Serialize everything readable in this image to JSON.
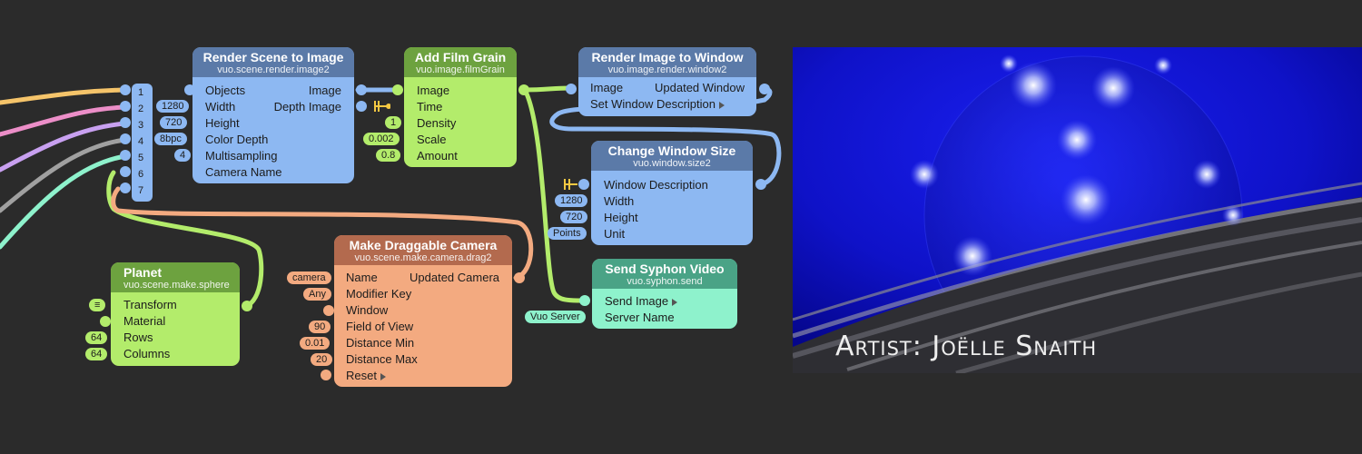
{
  "graph": {
    "hub": {
      "ports": [
        "1",
        "2",
        "3",
        "4",
        "5",
        "6",
        "7"
      ]
    },
    "render_scene": {
      "title": "Render Scene to Image",
      "class": "vuo.scene.render.image2",
      "inputs": [
        "Objects",
        "Width",
        "Height",
        "Color Depth",
        "Multisampling",
        "Camera Name"
      ],
      "outputs": [
        "Image",
        "Depth Image"
      ],
      "constants": [
        "1280",
        "720",
        "8bpc",
        "4"
      ]
    },
    "film_grain": {
      "title": "Add Film Grain",
      "class": "vuo.image.filmGrain",
      "inputs": [
        "Image",
        "Time",
        "Density",
        "Scale",
        "Amount"
      ],
      "constants": [
        "1",
        "0.002",
        "0.8"
      ]
    },
    "render_window": {
      "title": "Render Image to Window",
      "class": "vuo.image.render.window2",
      "inputs": [
        "Image",
        "Set Window Description"
      ],
      "outputs": [
        "Updated Window"
      ]
    },
    "window_size": {
      "title": "Change Window Size",
      "class": "vuo.window.size2",
      "inputs": [
        "Window Description",
        "Width",
        "Height",
        "Unit"
      ],
      "constants": [
        "1280",
        "720",
        "Points"
      ]
    },
    "syphon": {
      "title": "Send Syphon Video",
      "class": "vuo.syphon.send",
      "inputs": [
        "Send Image",
        "Server Name"
      ],
      "constants": [
        "Vuo Server"
      ]
    },
    "planet": {
      "title": "Planet",
      "class": "vuo.scene.make.sphere",
      "inputs": [
        "Transform",
        "Material",
        "Rows",
        "Columns"
      ],
      "constants": [
        "≡",
        "64",
        "64"
      ]
    },
    "camera": {
      "title": "Make Draggable Camera",
      "class": "vuo.scene.make.camera.drag2",
      "inputs": [
        "Name",
        "Modifier Key",
        "Window",
        "Field of View",
        "Distance Min",
        "Distance Max",
        "Reset"
      ],
      "outputs": [
        "Updated Camera"
      ],
      "constants": [
        "camera",
        "Any",
        "90",
        "0.01",
        "20"
      ]
    }
  },
  "preview": {
    "artist_credit": "Artist: Joëlle Snaith"
  },
  "colors": {
    "canvas": "#2b2b2b",
    "blue": "#8db8f2",
    "green": "#b3ec6b",
    "orange": "#f3aa80",
    "teal": "#8ef2cc"
  }
}
